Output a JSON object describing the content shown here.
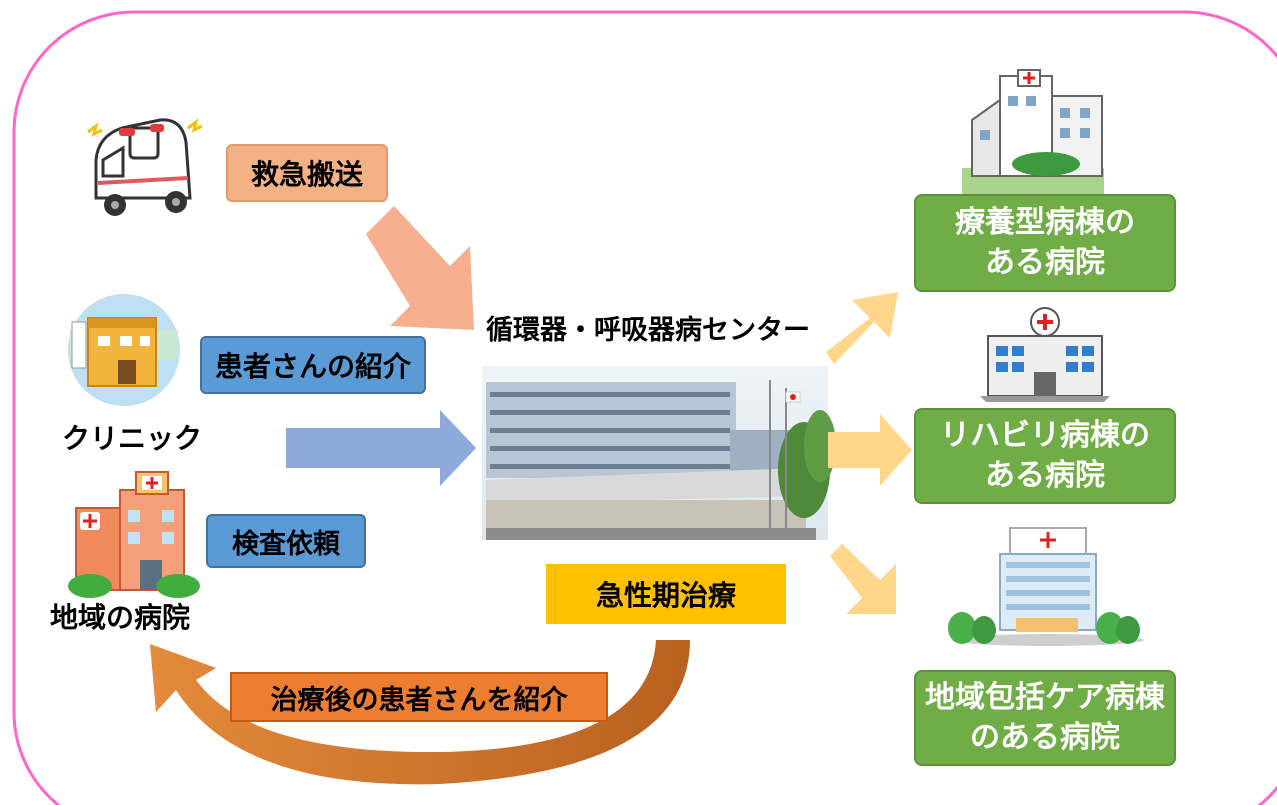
{
  "center": {
    "title": "循環器・呼吸器病センター",
    "acute_label": "急性期治療"
  },
  "left": {
    "ambulance_label": "救急搬送",
    "referral_label": "患者さんの紹介",
    "clinic_label": "クリニック",
    "exam_label": "検査依頼",
    "local_hospital_label": "地域の病院",
    "return_label": "治療後の患者さんを紹介"
  },
  "right": [
    {
      "line1": "療養型病棟の",
      "line2": "ある病院"
    },
    {
      "line1": "リハビリ病棟の",
      "line2": "ある病院"
    },
    {
      "line1": "地域包括ケア病棟",
      "line2": "のある病院"
    }
  ],
  "colors": {
    "frame": "#ff66cc",
    "ambulance_box": "#f4b183",
    "blue_box": "#5b9bd5",
    "acute_box": "#ffc000",
    "return_box": "#ed7d31",
    "green_box": "#70ad47",
    "ambulance_arrow": "#f6b08f",
    "blue_arrow": "#8ea9db",
    "yellow_arrow": "#ffd68a",
    "return_arrow": "#d9782c"
  }
}
